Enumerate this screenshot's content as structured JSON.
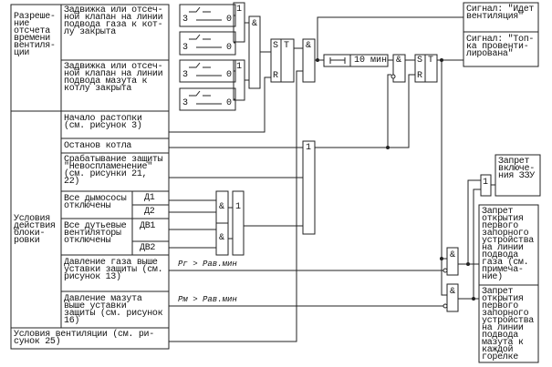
{
  "left_table": {
    "group1_label": "Разреше-\nние\nотсчета\nвремени\nвентиля-\nции",
    "group2_label": "Условия\nдействия\nблоки-\nровки",
    "rows": [
      "Задвижка или отсеч-\nной клапан на линии\nподвода газа к кот-\nлу закрыта",
      "Задвижка или отсеч-\nной клапан на линии\nподвода мазута к\nкотлу закрыта",
      "Начало растопки\n(см. рисунок 3)",
      "Останов котла",
      "Срабатывание защиты\n\"Невоспламенение\"\n(см. рисунки 21,\n22)",
      "Все дымососы\nотключены",
      "Все дутьевые\nвентиляторы\nотключены",
      "Давление газа выше\nуставки защиты (см.\nрисунок 13)",
      "Давление мазута\nвыше уставки\nзащиты (см. рисунок\n16)"
    ],
    "sub": [
      "Д1",
      "Д2",
      "ДВ1",
      "ДВ2"
    ],
    "ventilation": "Условия вентиляции (см. ри-\nсунок 25)"
  },
  "switch": {
    "left": "3",
    "right": "0"
  },
  "gates": {
    "or": "1",
    "and": "&",
    "s": "S",
    "t": "T",
    "r": "R"
  },
  "timer": "10 мин",
  "conditions": {
    "gas": "Pг > Pав.мин",
    "mazut": "Pм > Pав.мин"
  },
  "outputs": {
    "signal_ventilation": "Сигнал: \"Идет\nвентиляция\"",
    "signal_ventilated": "Сигнал: \"Топ-\nка провенти-\nлирована\"",
    "zzu_block": "Запрет\nвключе-\nния ЗЗУ",
    "gas_block": "Запрет\nоткрытия\nпервого\nзапорного\nустройства\nна линии\nподвода\nгаза (см.\nпримеча-\nние)",
    "mazut_block": "Запрет\nоткрытия\nпервого\nзапорного\nустройства\nна линии\nподвода\nмазута к\nкаждой\nгорелке"
  }
}
